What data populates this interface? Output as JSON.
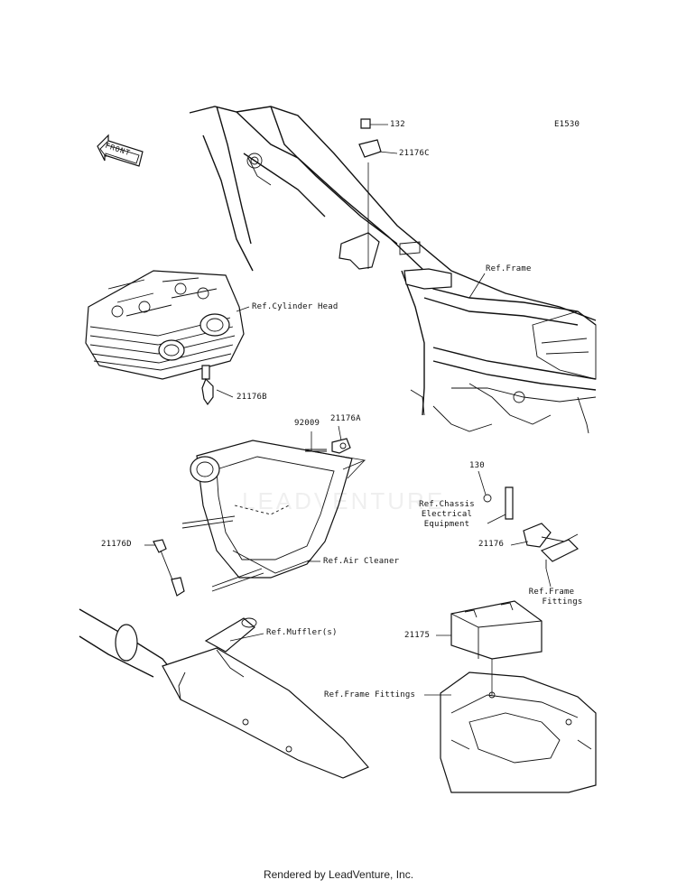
{
  "diagram_code": "E1530",
  "front_label": "FRONT",
  "watermark": "LEADVENTURE",
  "footer": "Rendered by LeadVenture, Inc.",
  "labels": {
    "p132": "132",
    "p21176C": "21176C",
    "ref_frame": "Ref.Frame",
    "ref_cylinder_head": "Ref.Cylinder Head",
    "p21176B": "21176B",
    "p92009": "92009",
    "p21176A": "21176A",
    "p130": "130",
    "ref_chassis_1": "Ref.Chassis",
    "ref_chassis_2": "Electrical",
    "ref_chassis_3": "Equipment",
    "p21176": "21176",
    "ref_frame_fittings_1": "Ref.Frame",
    "ref_frame_fittings_2": "Fittings",
    "p21176D": "21176D",
    "ref_air_cleaner": "Ref.Air Cleaner",
    "ref_mufflers": "Ref.Muffler(s)",
    "p21175": "21175",
    "ref_frame_fittings_b": "Ref.Frame Fittings"
  }
}
